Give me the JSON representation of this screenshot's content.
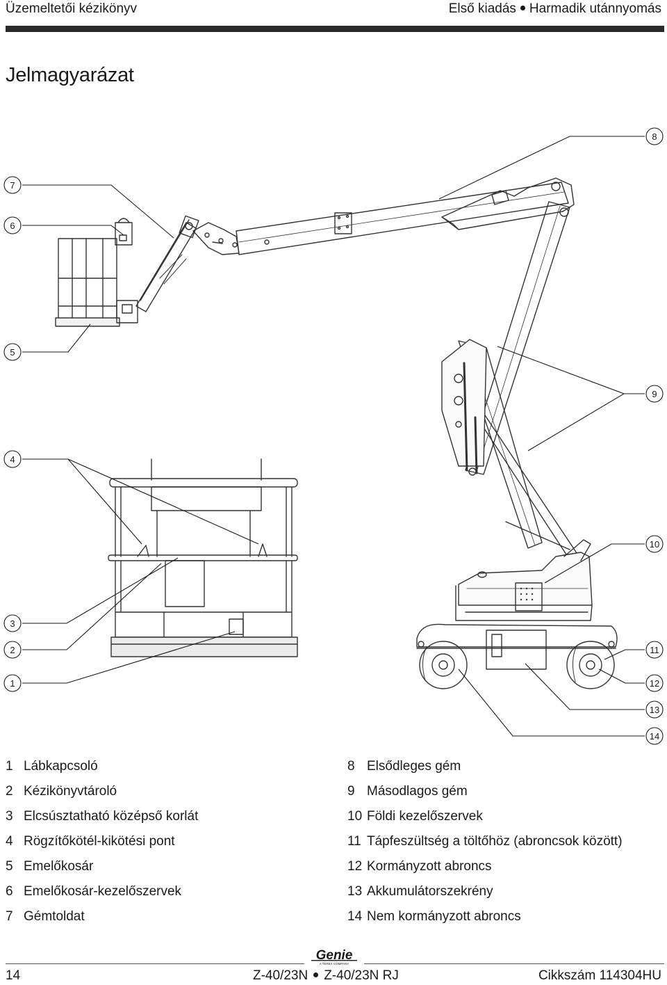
{
  "header": {
    "manual_title": "Üzemeltetői kézikönyv",
    "edition": "Első kiadás",
    "printing": "Harmadik utánnyomás"
  },
  "page_title": "Jelmagyarázat",
  "callouts": [
    "1",
    "2",
    "3",
    "4",
    "5",
    "6",
    "7",
    "8",
    "9",
    "10",
    "11",
    "12",
    "13",
    "14"
  ],
  "legend_left": [
    {
      "num": "1",
      "label": "Lábkapcsoló"
    },
    {
      "num": "2",
      "label": "Kézikönyvtároló"
    },
    {
      "num": "3",
      "label": "Elcsúsztatható középső korlát"
    },
    {
      "num": "4",
      "label": "Rögzítőkötél-kikötési pont"
    },
    {
      "num": "5",
      "label": "Emelőkosár"
    },
    {
      "num": "6",
      "label": "Emelőkosár-kezelőszervek"
    },
    {
      "num": "7",
      "label": "Gémtoldat"
    }
  ],
  "legend_right": [
    {
      "num": "8",
      "label": "Elsődleges gém"
    },
    {
      "num": "9",
      "label": "Másodlagos gém"
    },
    {
      "num": "10",
      "label": "Földi kezelőszervek"
    },
    {
      "num": "11",
      "label": "Tápfeszültség a töltőhöz (abroncsok között)"
    },
    {
      "num": "12",
      "label": "Kormányzott abroncs"
    },
    {
      "num": "13",
      "label": "Akkumulátorszekrény"
    },
    {
      "num": "14",
      "label": "Nem kormányzott abroncs"
    }
  ],
  "footer": {
    "page_number": "14",
    "logo_text": "Genie",
    "logo_subtext": "A TEREX COMPANY",
    "model_1": "Z-40/23N",
    "model_2": "Z-40/23N RJ",
    "part_number": "Cikkszám 114304HU"
  }
}
